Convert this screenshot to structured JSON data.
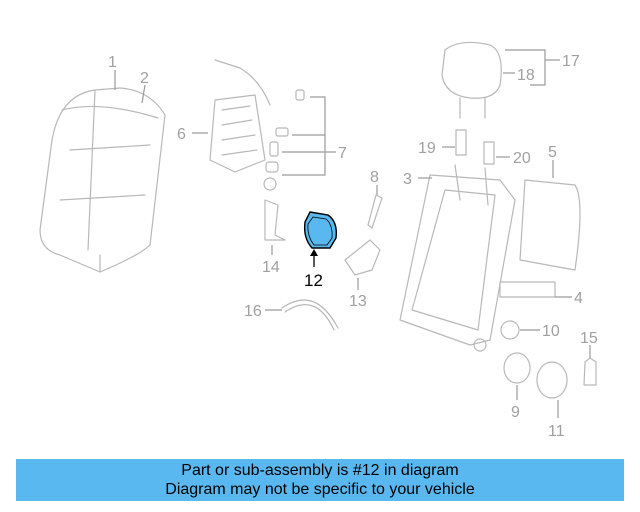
{
  "diagram": {
    "highlight_color": "#5ab8f0",
    "callouts": {
      "c1": "1",
      "c2": "2",
      "c3": "3",
      "c4": "4",
      "c5": "5",
      "c6": "6",
      "c7": "7",
      "c8": "8",
      "c9": "9",
      "c10": "10",
      "c11": "11",
      "c12": "12",
      "c13": "13",
      "c14": "14",
      "c15": "15",
      "c16": "16",
      "c17": "17",
      "c18": "18",
      "c19": "19",
      "c20": "20"
    }
  },
  "banner": {
    "line1": "Part or sub-assembly is #12 in diagram",
    "line2": "Diagram may not be specific to your vehicle",
    "background": "#5ab8f0"
  }
}
